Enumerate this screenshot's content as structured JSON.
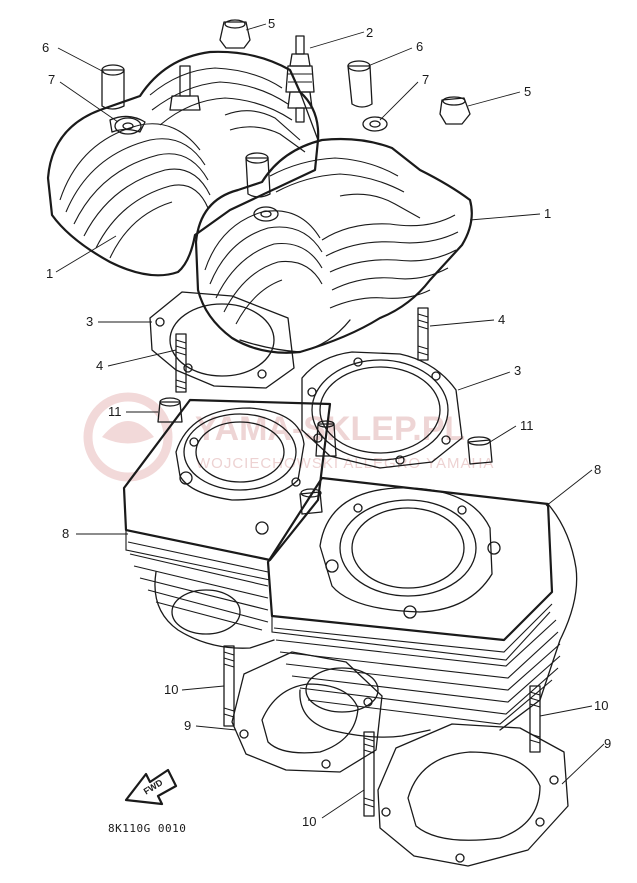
{
  "diagram": {
    "drawing_code": "8K110G 0010",
    "direction_marker": "FWD",
    "watermark": {
      "title": "YAMA-SKLEP.PL",
      "subtitle": "WOJCIECHOWSKI    ALLEGRO YAMAHA"
    },
    "callouts": [
      {
        "id": "c-6a",
        "label": "6"
      },
      {
        "id": "c-5a",
        "label": "5"
      },
      {
        "id": "c-2",
        "label": "2"
      },
      {
        "id": "c-6b",
        "label": "6"
      },
      {
        "id": "c-7a",
        "label": "7"
      },
      {
        "id": "c-7b",
        "label": "7"
      },
      {
        "id": "c-5b",
        "label": "5"
      },
      {
        "id": "c-1a",
        "label": "1"
      },
      {
        "id": "c-1b",
        "label": "1"
      },
      {
        "id": "c-3a",
        "label": "3"
      },
      {
        "id": "c-4a",
        "label": "4"
      },
      {
        "id": "c-4b",
        "label": "4"
      },
      {
        "id": "c-3b",
        "label": "3"
      },
      {
        "id": "c-11a",
        "label": "11"
      },
      {
        "id": "c-11b",
        "label": "11"
      },
      {
        "id": "c-8a",
        "label": "8"
      },
      {
        "id": "c-8b",
        "label": "8"
      },
      {
        "id": "c-10a",
        "label": "10"
      },
      {
        "id": "c-10b",
        "label": "10"
      },
      {
        "id": "c-9a",
        "label": "9"
      },
      {
        "id": "c-9b",
        "label": "9"
      },
      {
        "id": "c-10c",
        "label": "10"
      }
    ]
  }
}
